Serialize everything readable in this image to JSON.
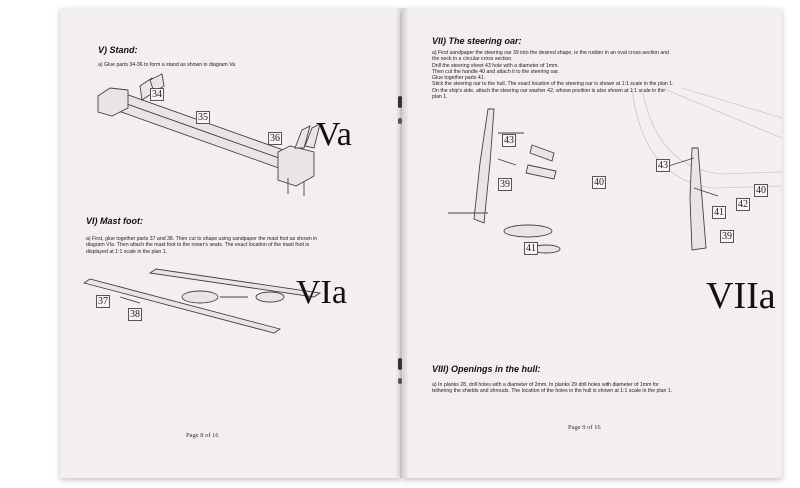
{
  "left_page": {
    "stand": {
      "heading": "V) Stand:",
      "text": "a) Glue parts 34-36 to form a stand as shown in diagram Va",
      "diagram_label": "Va",
      "part_labels": [
        "34",
        "35",
        "36"
      ]
    },
    "mast_foot": {
      "heading": "VI) Mast foot:",
      "text_lines": [
        "a) First, glue together parts 37 and 38. Then cut to shape using sandpaper the mast foot as shown in",
        "diagram VIa. Then attach the mast foot to the rower's seats. The exact location of the mast foot is",
        "displayed at  1:1 scale in the plan 1."
      ],
      "diagram_label": "VIa",
      "part_labels": [
        "37",
        "38"
      ]
    },
    "footer": "Page 8 of 16"
  },
  "right_page": {
    "steering_oar": {
      "heading": "VII) The steering oar:",
      "text_lines": [
        "a) First sandpaper the steering oar 39 into the desired shape, ie the rudder in an oval cross-section and",
        "the neck in a circular cross section.",
        "Drill the steering sheet 43 hole with a diameter of 1mm.",
        "Then cut the handle 40 and attach it to the steering oar.",
        "Glue together parts 41.",
        "Stick the steering oar to the hull. The exact location of the steering oar is shown at 1:1 scale in the plan 1.",
        "On the ship's side, attach the steering oar washer 42, whose position is also shown at 1:1 scale in the",
        "plan 1."
      ],
      "diagram_label": "VIIa",
      "part_labels_left": [
        "43",
        "40",
        "39",
        "41"
      ],
      "part_labels_right": [
        "43",
        "40",
        "41",
        "42",
        "39"
      ]
    },
    "openings": {
      "heading": "VIII) Openings in the hull:",
      "text_lines": [
        "a) In planks 28, drill holes with a diameter of 2mm. In planks 29 drill holes with diameter of 1mm for",
        "tethering the shields and shrouds. The location of the holes in the hull is shown at 1:1 scale in the plan 1."
      ]
    },
    "footer": "Page 9 of 16"
  }
}
